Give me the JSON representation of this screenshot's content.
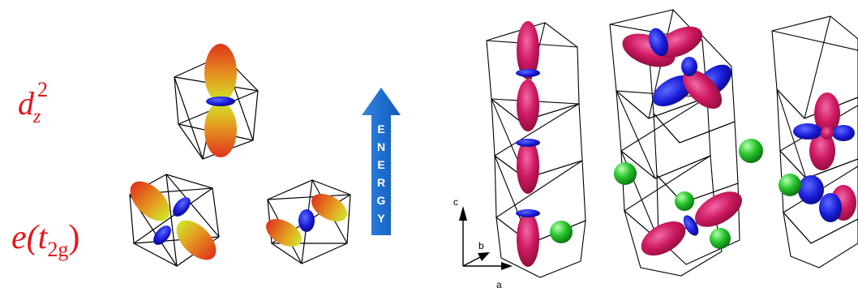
{
  "labels": {
    "dz2_letter": "d",
    "dz2_sub": "z",
    "dz2_sup": "2",
    "e_prefix": "e(",
    "e_t": "t",
    "e_sub": "2g",
    "e_suffix": ")"
  },
  "energy_arrow": {
    "letters": [
      "E",
      "N",
      "E",
      "R",
      "G",
      "Y"
    ],
    "color": "#1e6fd0"
  },
  "axes": {
    "c": "c",
    "b": "b",
    "a": "a"
  },
  "colors": {
    "label_red": "#e8141b",
    "lobe_magenta": "#d01a63",
    "lobe_blue": "#1a1ad8",
    "atom_green": "#27c42b",
    "gradient_red": "#e0331b",
    "gradient_yellow": "#d6e22a"
  }
}
